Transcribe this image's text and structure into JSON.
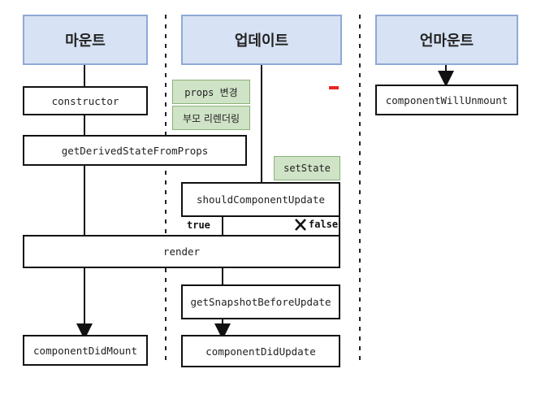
{
  "phases": {
    "mount": "마운트",
    "update": "업데이트",
    "unmount": "언마운트"
  },
  "triggers": {
    "props_change": "props 변경",
    "parent_rerender": "부모 리렌더링",
    "set_state": "setState"
  },
  "methods": {
    "constructor": "constructor",
    "get_derived_state_from_props": "getDerivedStateFromProps",
    "should_component_update": "shouldComponentUpdate",
    "render": "render",
    "get_snapshot_before_update": "getSnapshotBeforeUpdate",
    "component_did_mount": "componentDidMount",
    "component_did_update": "componentDidUpdate",
    "component_will_unmount": "componentWillUnmount"
  },
  "edge_labels": {
    "true_label": "true",
    "false_label": "false"
  },
  "colors": {
    "phase_fill": "#d7e2f4",
    "phase_border": "#8ea9d7",
    "trigger_fill": "#cfe3c6",
    "trigger_border": "#8bb27b",
    "accent_mark": "#e8261f"
  }
}
